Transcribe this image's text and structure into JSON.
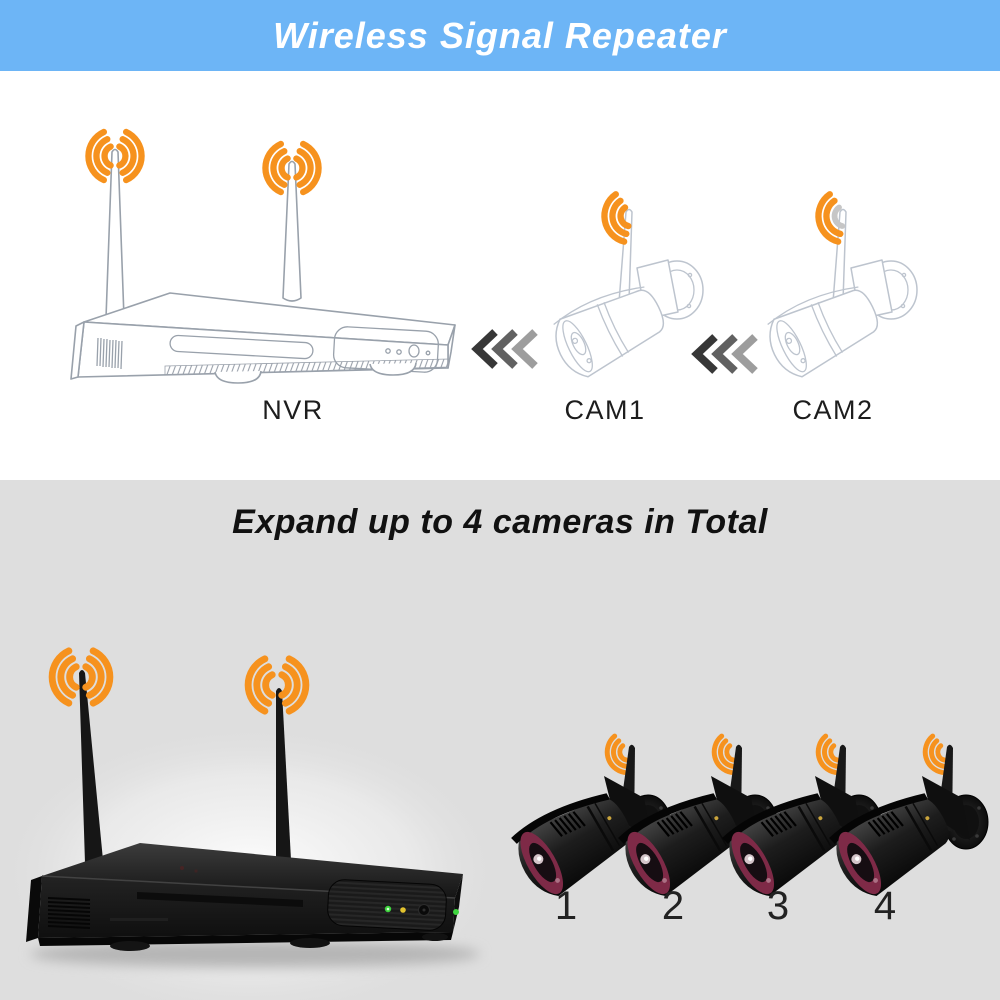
{
  "banner": {
    "title": "Wireless Signal Repeater"
  },
  "top_section": {
    "nvr_label": "NVR",
    "cam1_label": "CAM1",
    "cam2_label": "CAM2"
  },
  "bottom_section": {
    "title": "Expand up to 4 cameras in Total",
    "camera_numbers": [
      "1",
      "2",
      "3",
      "4"
    ]
  },
  "colors": {
    "banner_bg": "#6db5f6",
    "banner_text": "#ffffff",
    "section_gray": "#dedede",
    "wifi_orange": "#f6921e",
    "wifi_gray": "#c6c6c6",
    "arrow_dark": "#373737",
    "arrow_mid": "#616161",
    "arrow_light": "#9d9d9d",
    "label_color": "#1d1d1d",
    "led_green": "#3ed43e",
    "led_yellow": "#e2c22e",
    "camera_ring": "#7e2a47"
  }
}
